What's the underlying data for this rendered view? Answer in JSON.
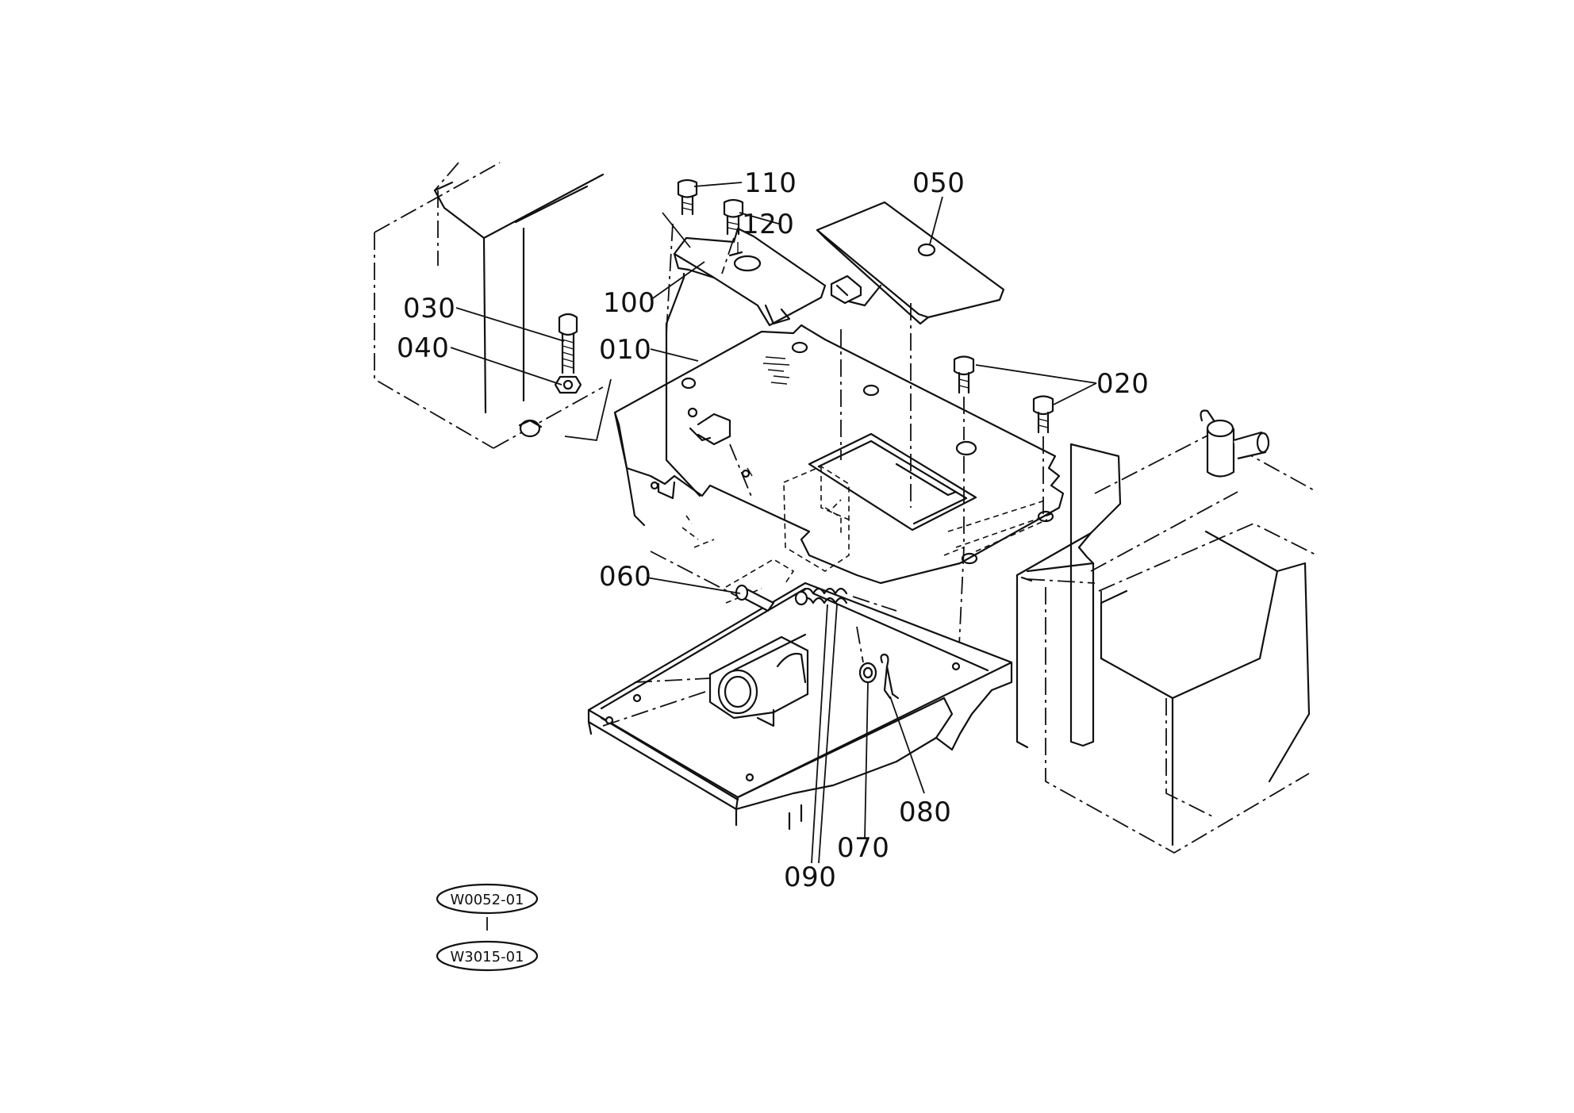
{
  "part_labels": {
    "p010": "010",
    "p020": "020",
    "p030": "030",
    "p040": "040",
    "p050": "050",
    "p060": "060",
    "p070": "070",
    "p080": "080",
    "p090": "090",
    "p100": "100",
    "p110": "110",
    "p120": "120"
  },
  "references": {
    "ref_top": "W0052-01",
    "ref_bottom": "W3015-01"
  },
  "colors": {
    "line": "#111111",
    "background": "#ffffff"
  }
}
